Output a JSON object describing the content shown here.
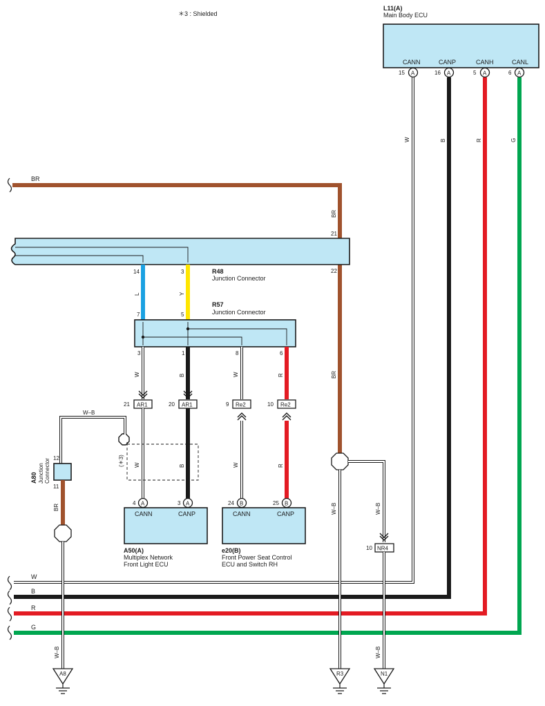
{
  "note": "＊3 : Shielded",
  "colors": {
    "BR": "#a0522d",
    "R": "#e31b23",
    "B": "#1a1a1a",
    "G": "#00a650",
    "L": "#1ba1e2",
    "Y": "#ffe600",
    "W": "#ffffff",
    "WB": "#ffffff",
    "box_fill": "#bfe7f5"
  },
  "ecu_l11": {
    "code": "L11(A)",
    "name": "Main Body ECU",
    "pins": [
      {
        "label": "CANN",
        "num": "15",
        "conn": "A",
        "wire": "W"
      },
      {
        "label": "CANP",
        "num": "16",
        "conn": "A",
        "wire": "B"
      },
      {
        "label": "CANH",
        "num": "5",
        "conn": "A",
        "wire": "R"
      },
      {
        "label": "CANL",
        "num": "6",
        "conn": "A",
        "wire": "G"
      }
    ]
  },
  "r48": {
    "code": "R48",
    "name": "Junction Connector",
    "pins": {
      "p14": "14",
      "p3": "3",
      "p21": "21",
      "p22": "22"
    },
    "wires": {
      "w14": "L",
      "w3": "Y",
      "w21": "BR"
    }
  },
  "r57": {
    "code": "R57",
    "name": "Junction Connector",
    "pins": {
      "p7": "7",
      "p5": "5",
      "p3": "3",
      "p1": "1",
      "p8": "8",
      "p6": "6"
    },
    "wires": {
      "w3": "W",
      "w1": "B",
      "w8": "W",
      "w6": "R"
    }
  },
  "inline": [
    {
      "num": "21",
      "tag": "AR1"
    },
    {
      "num": "20",
      "tag": "AR1"
    },
    {
      "num": "9",
      "tag": "Re2"
    },
    {
      "num": "10",
      "tag": "Re2"
    },
    {
      "num": "10",
      "tag": "NR4"
    }
  ],
  "a80": {
    "code": "A80",
    "name_1": "Junction",
    "name_2": "Connector",
    "pin_top": "12",
    "pin_bottom": "11",
    "wire_bottom": "BR"
  },
  "shield_note": "(＊3)",
  "wire_top_wb": "W–B",
  "ecu_a50": {
    "code": "A50(A)",
    "name_1": "Multiplex Network",
    "name_2": "Front Light ECU",
    "pins": [
      {
        "label": "CANN",
        "num": "4",
        "conn": "A",
        "wire": "W"
      },
      {
        "label": "CANP",
        "num": "3",
        "conn": "A",
        "wire": "B"
      }
    ]
  },
  "ecu_e20": {
    "code": "e20(B)",
    "name_1": "Front Power Seat Control",
    "name_2": "ECU and Switch RH",
    "pins": [
      {
        "label": "CANN",
        "num": "24",
        "conn": "B",
        "wire": "W"
      },
      {
        "label": "CANP",
        "num": "25",
        "conn": "B",
        "wire": "R"
      }
    ]
  },
  "buses": [
    {
      "label": "BR"
    },
    {
      "label": "W"
    },
    {
      "label": "B"
    },
    {
      "label": "R"
    },
    {
      "label": "G"
    }
  ],
  "br_side_labels": {
    "upper": "BR",
    "lower": "BR"
  },
  "wb_labels": {
    "a8": "W–B",
    "r3": "W–B",
    "n1": "W–B"
  },
  "grounds": [
    {
      "label": "A8"
    },
    {
      "label": "R3"
    },
    {
      "label": "N1"
    }
  ]
}
